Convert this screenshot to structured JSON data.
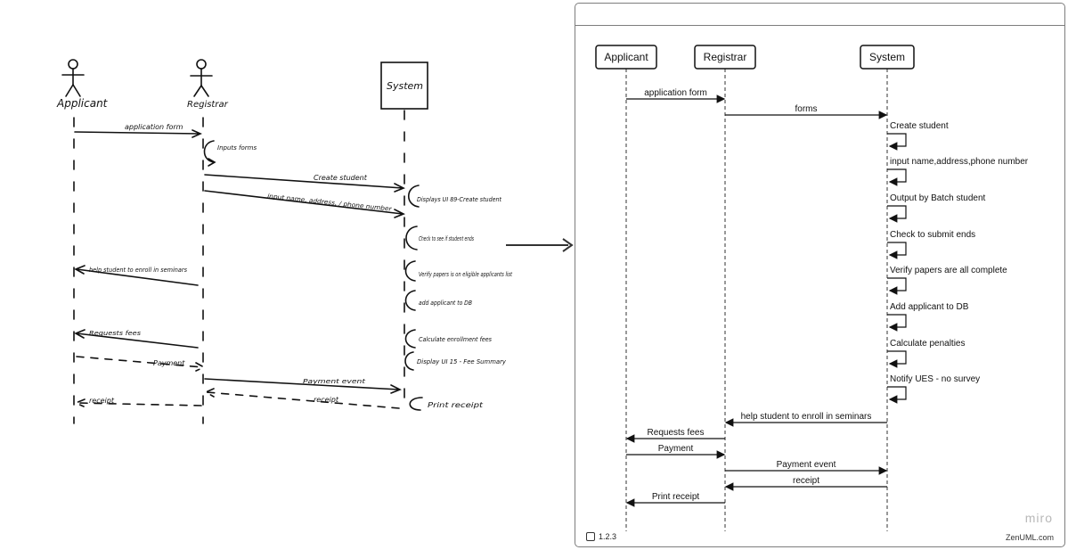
{
  "sketch": {
    "participants": [
      "Applicant",
      "Registrar",
      "System"
    ],
    "messages": [
      "application form",
      "Inputs forms",
      "Create student",
      "Displays UI 89-Create student",
      "input name, address, / phone number",
      "Check to see if student ends",
      "Verify papers is on eligible applicants list",
      "add applicant to DB",
      "help student to enroll in seminars",
      "Calculate enrollment fees",
      "Requests fees",
      "Display UI 15 - Fee Summary",
      "Payment",
      "Payment event",
      "receipt",
      "Print receipt",
      "receipt"
    ]
  },
  "diagram": {
    "participants": [
      "Applicant",
      "Registrar",
      "System"
    ],
    "messages": [
      {
        "label": "application form",
        "from": 0,
        "to": 1
      },
      {
        "label": "forms",
        "from": 1,
        "to": 2
      },
      {
        "label": "Create student",
        "from": 2,
        "to": 2
      },
      {
        "label": "input name,address,phone number",
        "from": 2,
        "to": 2
      },
      {
        "label": "Output by Batch student",
        "from": 2,
        "to": 2
      },
      {
        "label": "Check to submit ends",
        "from": 2,
        "to": 2
      },
      {
        "label": "Verify papers are all complete",
        "from": 2,
        "to": 2
      },
      {
        "label": "Add applicant to DB",
        "from": 2,
        "to": 2
      },
      {
        "label": "Calculate penalties",
        "from": 2,
        "to": 2
      },
      {
        "label": "Notify UES - no survey",
        "from": 2,
        "to": 2
      },
      {
        "label": "help student to enroll in seminars",
        "from": 2,
        "to": 1
      },
      {
        "label": "Requests fees",
        "from": 1,
        "to": 0
      },
      {
        "label": "Payment",
        "from": 0,
        "to": 1
      },
      {
        "label": "Payment event",
        "from": 1,
        "to": 2
      },
      {
        "label": "receipt",
        "from": 2,
        "to": 1
      },
      {
        "label": "Print receipt",
        "from": 1,
        "to": 0
      }
    ]
  },
  "footer": {
    "version": "1.2.3",
    "brand": "ZenUML.com",
    "watermark": "miro"
  },
  "colors": {
    "ink": "#111111",
    "frame": "#7d7d7d",
    "watermark": "#b8b8b8"
  }
}
